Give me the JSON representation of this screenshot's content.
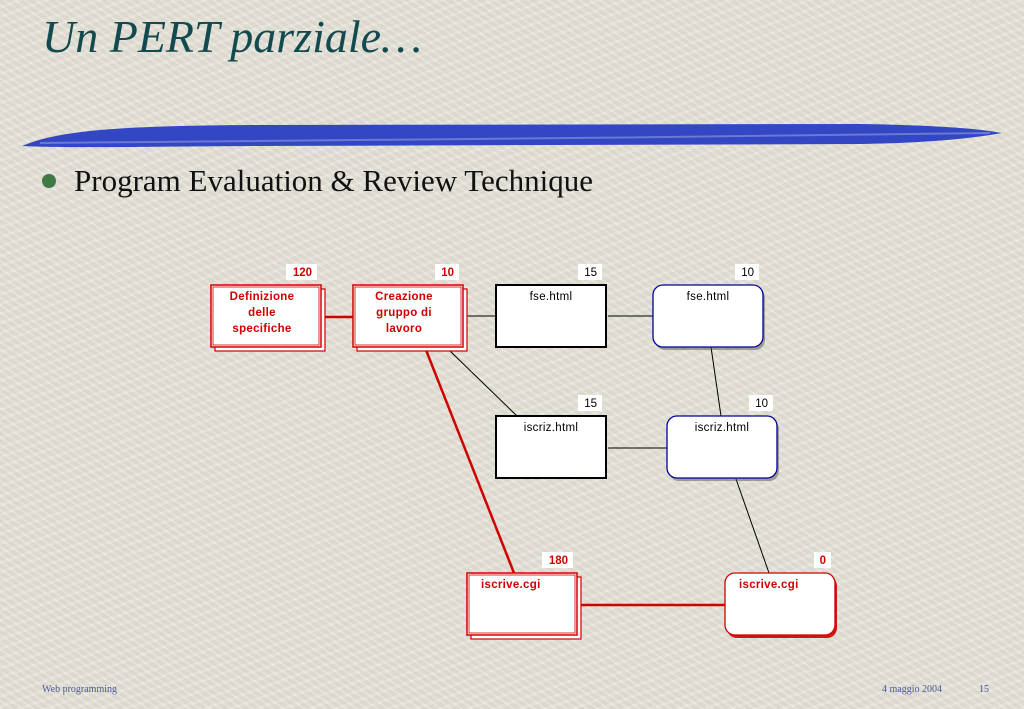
{
  "slide": {
    "title": "Un PERT parziale…",
    "bullet": "Program Evaluation & Review Technique"
  },
  "footer": {
    "left": "Web programming",
    "date": "4 maggio 2004",
    "page": "15"
  },
  "colors": {
    "title": "#134a4f",
    "critical": "#d00000",
    "box_border": "#000000",
    "rounded_border": "#000099",
    "bullet": "#3f7a45",
    "footer": "#4a5a9a"
  },
  "diagram": {
    "nodes": [
      {
        "id": "def",
        "lines": [
          "Definizione",
          "delle",
          "specifiche"
        ],
        "value": "120",
        "critical": true,
        "shape": "square"
      },
      {
        "id": "crea",
        "lines": [
          "Creazione",
          "gruppo di",
          "lavoro"
        ],
        "value": "10",
        "critical": true,
        "shape": "square"
      },
      {
        "id": "fse1",
        "lines": [
          "fse.html"
        ],
        "value": "15",
        "critical": false,
        "shape": "square"
      },
      {
        "id": "fse2",
        "lines": [
          "fse.html"
        ],
        "value": "10",
        "critical": false,
        "shape": "rounded"
      },
      {
        "id": "isc1",
        "lines": [
          "iscriz.html"
        ],
        "value": "15",
        "critical": false,
        "shape": "square"
      },
      {
        "id": "isc2",
        "lines": [
          "iscriz.html"
        ],
        "value": "10",
        "critical": false,
        "shape": "rounded"
      },
      {
        "id": "cgi1",
        "lines": [
          "iscrive.cgi"
        ],
        "value": "180",
        "critical": true,
        "shape": "square"
      },
      {
        "id": "cgi2",
        "lines": [
          "iscrive.cgi"
        ],
        "value": "0",
        "critical": true,
        "shape": "rounded"
      }
    ],
    "edges": [
      {
        "from": "def",
        "to": "crea",
        "critical": true
      },
      {
        "from": "crea",
        "to": "fse1",
        "critical": false
      },
      {
        "from": "fse1",
        "to": "fse2",
        "critical": false
      },
      {
        "from": "crea",
        "to": "isc1",
        "critical": false
      },
      {
        "from": "isc1",
        "to": "isc2",
        "critical": false
      },
      {
        "from": "crea",
        "to": "cgi1",
        "critical": true
      },
      {
        "from": "fse2",
        "to": "isc2",
        "critical": false
      },
      {
        "from": "isc2",
        "to": "cgi2",
        "critical": false
      },
      {
        "from": "cgi1",
        "to": "cgi2",
        "critical": true
      }
    ]
  }
}
